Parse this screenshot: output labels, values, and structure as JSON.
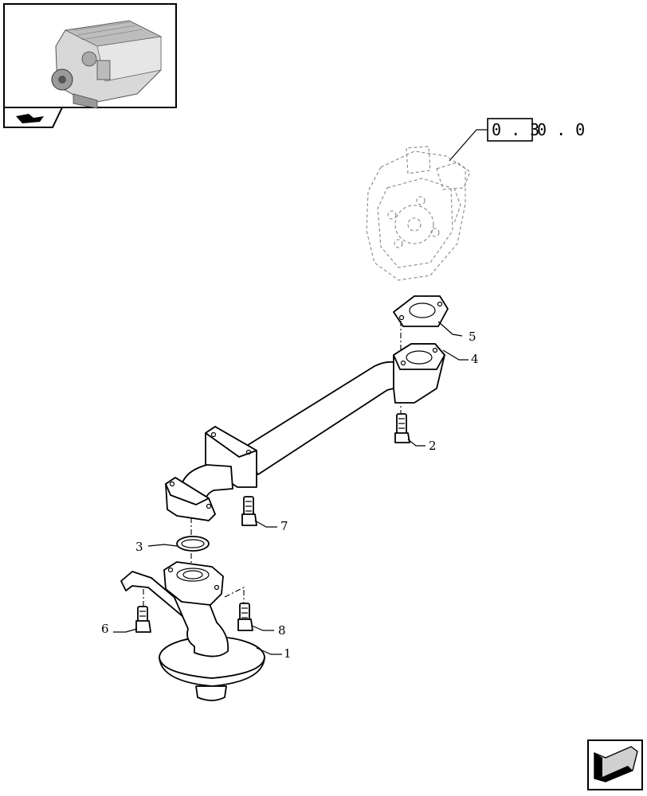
{
  "reference": {
    "boxed": "0 . 3",
    "rest": "0 . 0"
  },
  "callouts": [
    {
      "id": "1",
      "label": "1",
      "part": "oil-suction-strainer"
    },
    {
      "id": "2",
      "label": "2",
      "part": "bolt"
    },
    {
      "id": "3",
      "label": "3",
      "part": "o-ring"
    },
    {
      "id": "4",
      "label": "4",
      "part": "suction-pipe-flange"
    },
    {
      "id": "5",
      "label": "5",
      "part": "gasket"
    },
    {
      "id": "6",
      "label": "6",
      "part": "bolt"
    },
    {
      "id": "7",
      "label": "7",
      "part": "bolt"
    },
    {
      "id": "8",
      "label": "8",
      "part": "bolt"
    }
  ],
  "icons": {
    "thumbnail": "engine-thumbnail-icon",
    "nav_previous": "previous-page-icon",
    "nav_next": "next-page-arrow-icon"
  }
}
